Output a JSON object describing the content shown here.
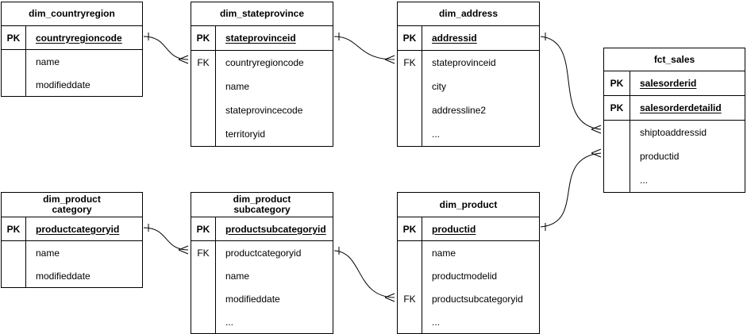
{
  "diagram": {
    "type": "entity-relationship",
    "colors": {
      "line": "#000000",
      "background": "#ffffff",
      "text": "#000000"
    },
    "tables": [
      {
        "title": "dim_countryregion",
        "rows": [
          {
            "key": "PK",
            "field": "countryregioncode"
          },
          {
            "key": "",
            "field": "name"
          },
          {
            "key": "",
            "field": "modifieddate"
          }
        ]
      },
      {
        "title": "dim_stateprovince",
        "rows": [
          {
            "key": "PK",
            "field": "stateprovinceid"
          },
          {
            "key": "FK",
            "field": "countryregioncode"
          },
          {
            "key": "",
            "field": "name"
          },
          {
            "key": "",
            "field": "stateprovincecode"
          },
          {
            "key": "",
            "field": "territoryid"
          }
        ]
      },
      {
        "title": "dim_address",
        "rows": [
          {
            "key": "PK",
            "field": "addressid"
          },
          {
            "key": "FK",
            "field": "stateprovinceid"
          },
          {
            "key": "",
            "field": "city"
          },
          {
            "key": "",
            "field": "addressline2"
          },
          {
            "key": "",
            "field": "..."
          }
        ]
      },
      {
        "title": "fct_sales",
        "rows": [
          {
            "key": "PK",
            "field": "salesorderid"
          },
          {
            "key": "PK",
            "field": "salesorderdetailid"
          },
          {
            "key": "",
            "field": "shiptoaddressid"
          },
          {
            "key": "",
            "field": "productid"
          },
          {
            "key": "",
            "field": "..."
          }
        ]
      },
      {
        "title": "dim_product\ncategory",
        "rows": [
          {
            "key": "PK",
            "field": "productcategoryid"
          },
          {
            "key": "",
            "field": "name"
          },
          {
            "key": "",
            "field": "modifieddate"
          }
        ]
      },
      {
        "title": "dim_product\nsubcategory",
        "rows": [
          {
            "key": "PK",
            "field": "productsubcategoryid"
          },
          {
            "key": "FK",
            "field": "productcategoryid"
          },
          {
            "key": "",
            "field": "name"
          },
          {
            "key": "",
            "field": "modifieddate"
          },
          {
            "key": "",
            "field": "..."
          }
        ]
      },
      {
        "title": "dim_product",
        "rows": [
          {
            "key": "PK",
            "field": "productid"
          },
          {
            "key": "",
            "field": "name"
          },
          {
            "key": "",
            "field": "productmodelid"
          },
          {
            "key": "FK",
            "field": "productsubcategoryid"
          },
          {
            "key": "",
            "field": "..."
          }
        ]
      }
    ],
    "relationships": [
      {
        "from": "dim_countryregion.countryregioncode",
        "to": "dim_stateprovince.countryregioncode",
        "cardinality": "one-to-many"
      },
      {
        "from": "dim_stateprovince.stateprovinceid",
        "to": "dim_address.stateprovinceid",
        "cardinality": "one-to-many"
      },
      {
        "from": "dim_address.addressid",
        "to": "fct_sales.shiptoaddressid",
        "cardinality": "one-to-many"
      },
      {
        "from": "dim_product.productid",
        "to": "fct_sales.productid",
        "cardinality": "one-to-many"
      },
      {
        "from": "dim_product category.productcategoryid",
        "to": "dim_product subcategory.productcategoryid",
        "cardinality": "one-to-many"
      },
      {
        "from": "dim_product subcategory.productsubcategoryid",
        "to": "dim_product.productsubcategoryid",
        "cardinality": "one-to-many"
      }
    ]
  }
}
